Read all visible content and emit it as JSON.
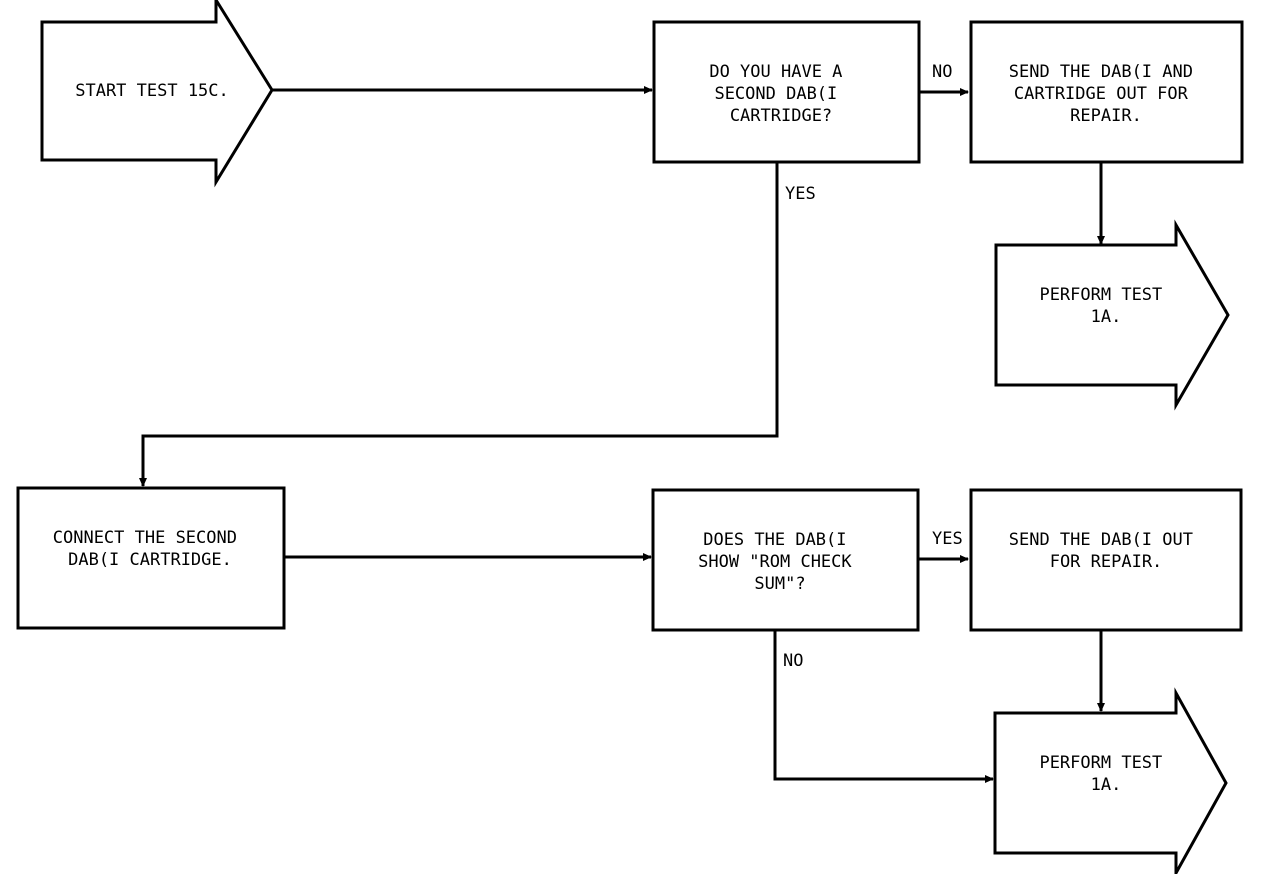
{
  "diagram": {
    "nodes": {
      "start": {
        "lines": [
          "START TEST 15C."
        ]
      },
      "q_second": {
        "lines": [
          "DO YOU HAVE A",
          "SECOND DAB(I",
          "CARTRIDGE?"
        ]
      },
      "send_both": {
        "lines": [
          "SEND THE DAB(I AND",
          "CARTRIDGE OUT FOR",
          "REPAIR."
        ]
      },
      "perform_1a_top": {
        "lines": [
          "PERFORM TEST",
          "1A."
        ]
      },
      "connect_second": {
        "lines": [
          "CONNECT THE SECOND",
          "DAB(I CARTRIDGE."
        ]
      },
      "q_checksum": {
        "lines": [
          "DOES THE DAB(I",
          "SHOW \"ROM CHECK",
          "SUM\"?"
        ]
      },
      "send_dabii": {
        "lines": [
          "SEND THE DAB(I OUT",
          "FOR REPAIR."
        ]
      },
      "perform_1a_bottom": {
        "lines": [
          "PERFORM TEST",
          "1A."
        ]
      }
    },
    "edge_labels": {
      "q_second_no": "NO",
      "q_second_yes": "YES",
      "q_checksum_yes": "YES",
      "q_checksum_no": "NO"
    }
  }
}
